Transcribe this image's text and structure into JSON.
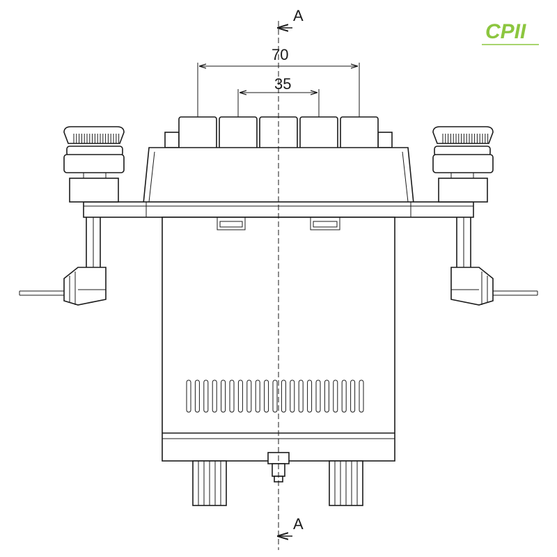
{
  "dimensions": {
    "outer_label": "70",
    "inner_label": "35"
  },
  "section": {
    "top_label": "A",
    "bottom_label": "A"
  },
  "logo": {
    "text": "CPII",
    "colors": {
      "green": "#8cc63f",
      "dark": "#4a4a4a"
    }
  }
}
